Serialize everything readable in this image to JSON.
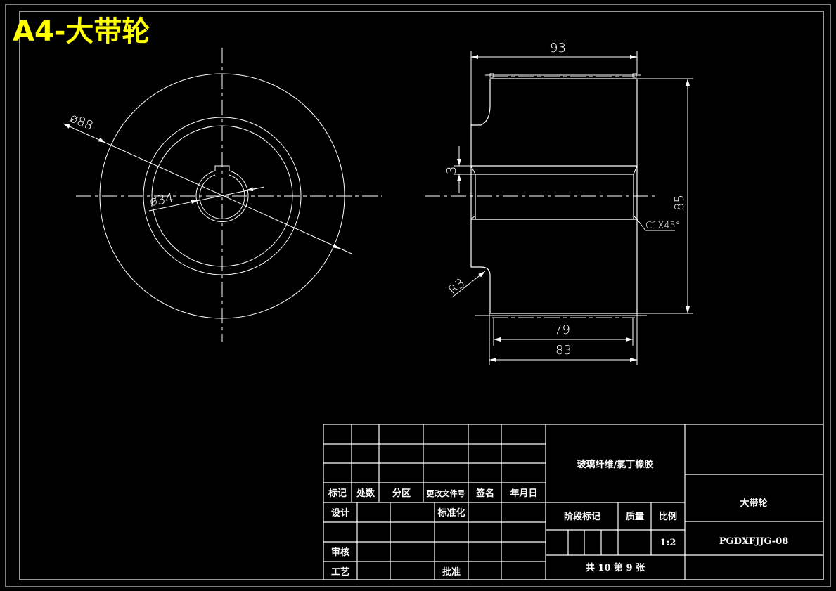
{
  "header": {
    "title": "A4-大带轮",
    "title_color": "#ffff00"
  },
  "colors": {
    "background": "#000000",
    "line": "#ffffff"
  },
  "front_view": {
    "dim_outer_diameter": "ø88",
    "dim_bore_diameter": "ø34"
  },
  "section_view": {
    "dim_overall_width": "93",
    "dim_step": "3",
    "dim_height": "85",
    "dim_chamfer": "C1X45°",
    "dim_fillet": "R3",
    "dim_inner_width": "79",
    "dim_outer_width": "83"
  },
  "title_block": {
    "revision_headers": [
      "标记",
      "处数",
      "分区",
      "更改文件号",
      "签名",
      "年月日"
    ],
    "sign_rows": {
      "design": "设计",
      "standardization": "标准化",
      "review": "审核",
      "process": "工艺",
      "approve": "批准"
    },
    "material": "玻璃纤维/氯丁橡胶",
    "stage_mark": "阶段标记",
    "mass": "质量",
    "scale_label": "比例",
    "scale_value": "1:2",
    "sheet_info": "共 10 第 9 张",
    "part_name": "大带轮",
    "drawing_number": "PGDXFJJG-08"
  }
}
